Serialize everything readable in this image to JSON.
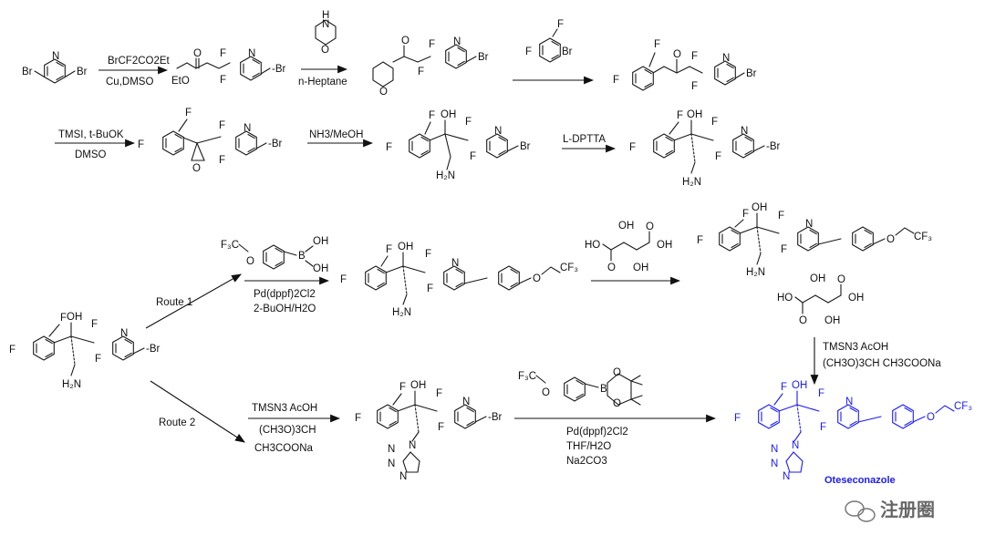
{
  "colors": {
    "ink": "#111111",
    "product": "#1a1aff",
    "watermark": "#666666"
  },
  "conditions": {
    "step1_top": "BrCF2CO2Et",
    "step1_bottom": "Cu,DMSO",
    "step2_bottom": "n-Heptane",
    "step4_top": "TMSI, t-BuOK",
    "step4_bottom": "DMSO",
    "step5_top": "NH3/MeOH",
    "step6_top": "L-DPTTA",
    "route1_label": "Route 1",
    "route2_label": "Route 2",
    "route1_cat": "Pd(dppf)2Cl2",
    "route1_solvent": "2-BuOH/H2O",
    "tetrazole_r1_l1": "TMSN3   AcOH",
    "tetrazole_r1_l2": "(CH3O)3CH  CH3COONa",
    "route2_l1": "TMSN3   AcOH",
    "route2_l2": "(CH3O)3CH",
    "route2_l3": "CH3COONa",
    "route2b_l1": "Pd(dppf)2Cl2",
    "route2b_l2": "THF/H2O",
    "route2b_l3": "Na2CO3"
  },
  "product_name": "Oteseconazole",
  "watermark": "注册圈"
}
